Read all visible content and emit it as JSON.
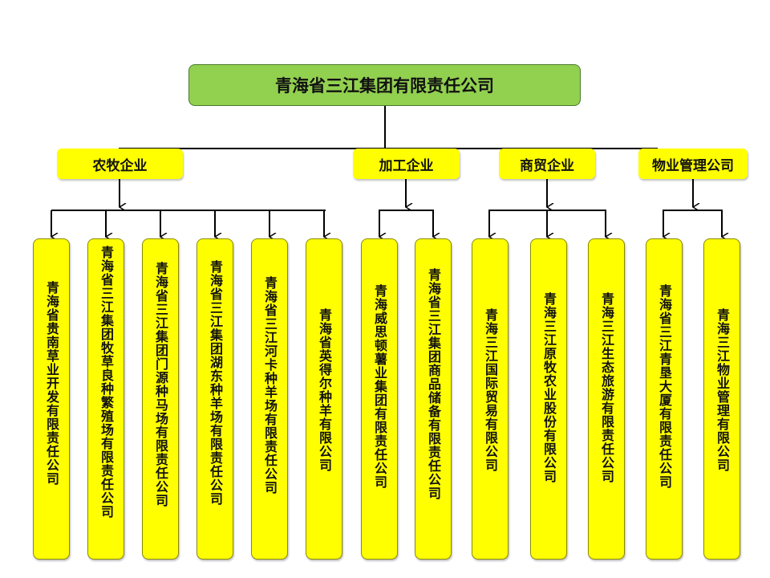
{
  "root": {
    "label": "青海省三江集团有限责任公司"
  },
  "categories": [
    {
      "label": "农牧企业"
    },
    {
      "label": "加工企业"
    },
    {
      "label": "商贸企业"
    },
    {
      "label": "物业管理公司"
    }
  ],
  "companies": [
    {
      "label": "青海省贵南草业开发有限责任公司"
    },
    {
      "label": "青海省三江集团牧草良种繁殖场有限责任公司"
    },
    {
      "label": "青海省三江集团门源种马场有限责任公司"
    },
    {
      "label": "青海省三江集团湖东种羊场有限责任公司"
    },
    {
      "label": "青海省三江河卡种羊场有限责任公司"
    },
    {
      "label": "青海省英得尔种羊有限公司"
    },
    {
      "label": "青海威思顿薯业集团有限责任公司"
    },
    {
      "label": "青海省三江集团商品储备有限责任公司"
    },
    {
      "label": "青海三江国际贸易有限公司"
    },
    {
      "label": "青海三江原牧农业股份有限公司"
    },
    {
      "label": "青海三江生态旅游有限责任公司"
    },
    {
      "label": "青海省三江青垦大厦有限责任公司"
    },
    {
      "label": "青海三江物业管理有限公司"
    }
  ]
}
